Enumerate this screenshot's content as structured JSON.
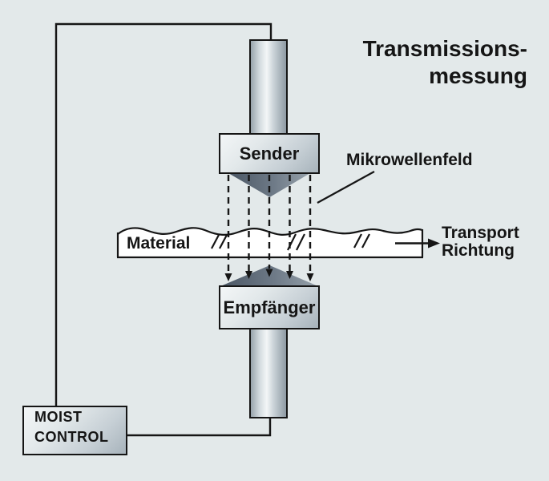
{
  "title": {
    "line1": "Transmissions-",
    "line2": "messung"
  },
  "sender": {
    "label": "Sender"
  },
  "receiver": {
    "label": "Empfänger"
  },
  "material": {
    "label": "Material"
  },
  "field": {
    "label": "Mikrowellenfeld"
  },
  "transport": {
    "line1": "Transport",
    "line2": "Richtung"
  },
  "controller": {
    "line1": "MOIST",
    "line2": "CONTROL"
  },
  "colors": {
    "background": "#e3e9ea",
    "line": "#151515",
    "band-fill": "#ffffff",
    "horn-dark": "#4a5664",
    "horn-mid": "#6e7a87",
    "horn-light": "#97a2ab",
    "metal-light": "#f3f6f7",
    "metal-dark": "#8e9aa3"
  }
}
